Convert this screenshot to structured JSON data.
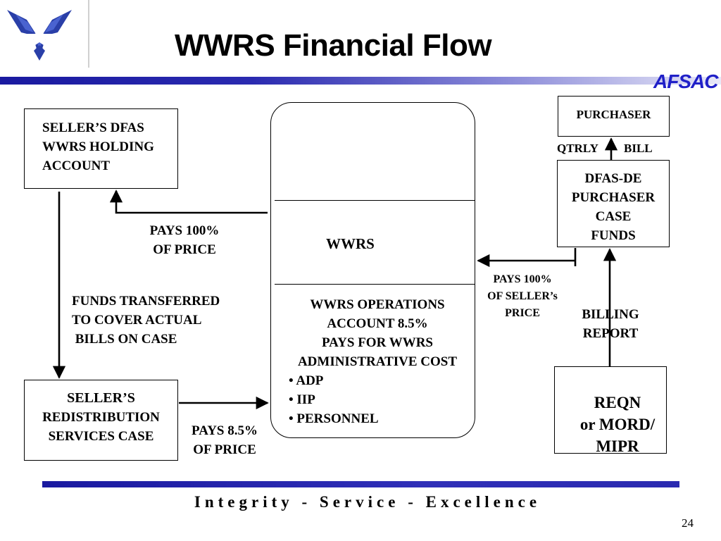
{
  "title": "WWRS Financial Flow",
  "brand": {
    "logo_icon": "air-force-wings-logo",
    "org_name": "AFSAC",
    "accent": "#2020c8"
  },
  "boxes": {
    "seller_dfas": [
      "SELLER’S DFAS",
      "WWRS  HOLDING",
      "ACCOUNT"
    ],
    "seller_case": [
      "SELLER’S",
      "REDISTRIBUTION",
      "SERVICES CASE"
    ],
    "wwrs_label": "WWRS",
    "wwrs_ops": [
      "WWRS OPERATIONS",
      "ACCOUNT 8.5%",
      "PAYS FOR WWRS",
      "ADMINISTRATIVE COST"
    ],
    "wwrs_ops_items": [
      "• ADP",
      "• IIP",
      "• PERSONNEL"
    ],
    "purchaser": "PURCHASER",
    "dfas_de": [
      "DFAS-DE",
      "PURCHASER",
      "CASE",
      "FUNDS"
    ],
    "reqn": [
      "REQN",
      "or MORD/",
      "MIPR"
    ]
  },
  "flow_labels": {
    "pays_100": [
      "PAYS 100%",
      "OF PRICE"
    ],
    "funds_transferred": [
      "FUNDS TRANSFERRED",
      "TO COVER ACTUAL",
      " BILLS ON CASE"
    ],
    "pays_85": [
      "PAYS 8.5%",
      "OF PRICE"
    ],
    "pays_100_seller": [
      "PAYS 100%",
      "OF SELLER’s",
      "PRICE"
    ],
    "qtrly": "QTRLY",
    "bill": "BILL",
    "billing_report": [
      "BILLING",
      "REPORT"
    ]
  },
  "footer": {
    "motto": "Integrity - Service - Excellence",
    "page_number": "24"
  }
}
